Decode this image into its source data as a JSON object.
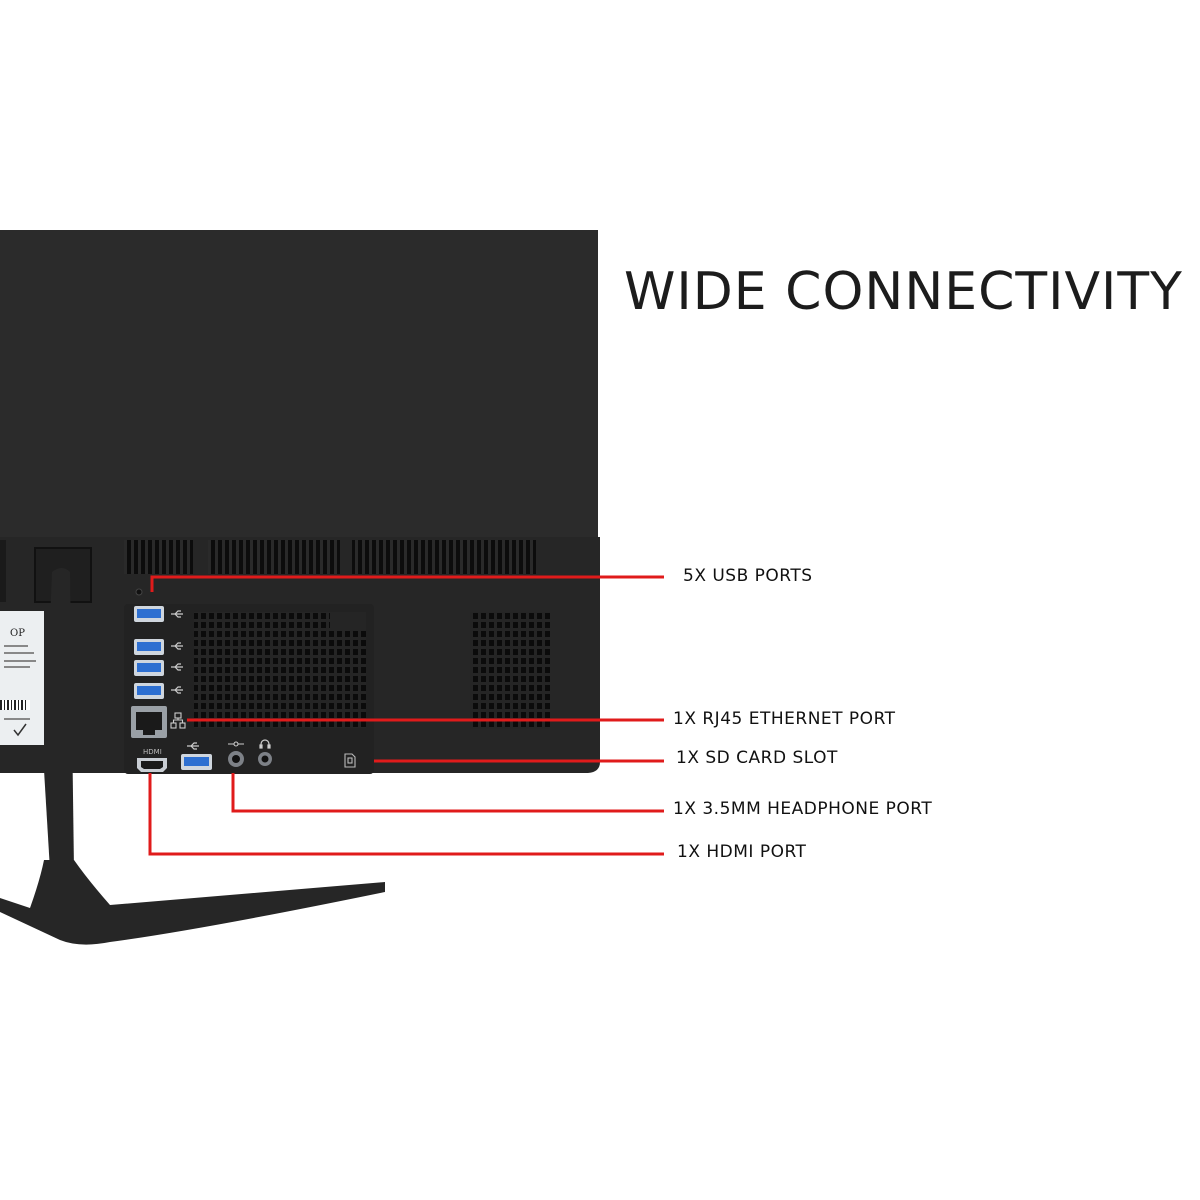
{
  "headline": "WIDE CONNECTIVITY",
  "callouts": {
    "usb": "5X USB PORTS",
    "ethernet": "1X RJ45 ETHERNET PORT",
    "sd": "1X SD CARD SLOT",
    "headphone": "1X 3.5MM HEADPHONE PORT",
    "hdmi": "1X HDMI PORT"
  },
  "device_labels": {
    "hdmi_port": "HDMI",
    "sticker_brand": "OP"
  },
  "colors": {
    "background": "#ffffff",
    "monitor": "#2a2a2a",
    "accent_line": "#e01b1b",
    "usb_blue": "#2d6fd1",
    "headline_text": "#1c1c1c"
  },
  "icons": [
    "usb-icon",
    "network-icon",
    "dc-power-icon",
    "headphone-icon",
    "sd-card-icon"
  ]
}
